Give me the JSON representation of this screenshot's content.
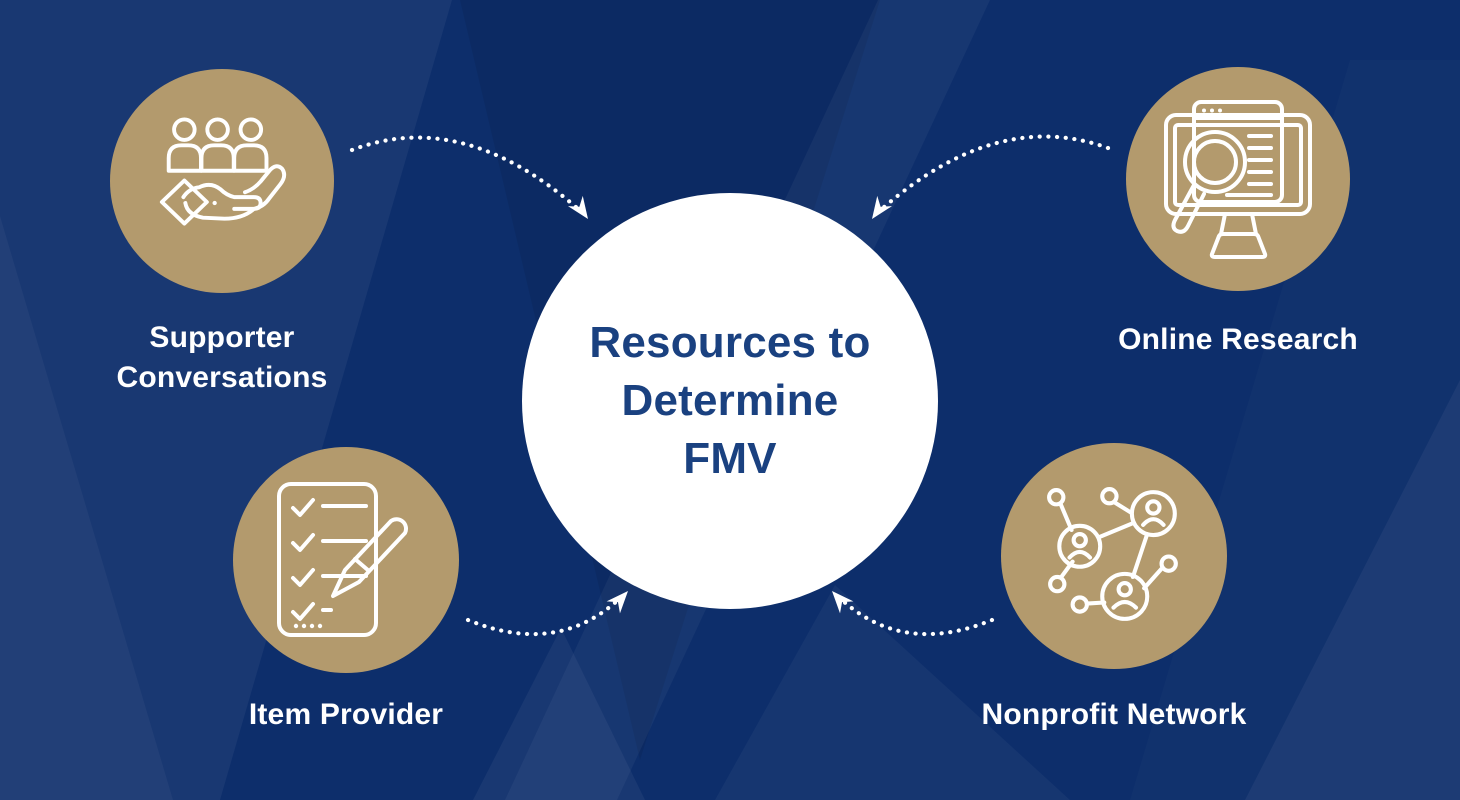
{
  "center": {
    "lines": [
      "Resources to",
      "Determine",
      "FMV"
    ]
  },
  "nodes": [
    {
      "id": "supporter-conversations",
      "label": "Supporter Conversations",
      "label_lines": [
        "Supporter",
        "Conversations"
      ],
      "icon": "people-in-hand-icon",
      "position": "top-left"
    },
    {
      "id": "online-research",
      "label": "Online Research",
      "label_lines": [
        "Online Research"
      ],
      "icon": "monitor-search-icon",
      "position": "top-right"
    },
    {
      "id": "item-provider",
      "label": "Item Provider",
      "label_lines": [
        "Item Provider"
      ],
      "icon": "checklist-pen-icon",
      "position": "bottom-left"
    },
    {
      "id": "nonprofit-network",
      "label": "Nonprofit Network",
      "label_lines": [
        "Nonprofit Network"
      ],
      "icon": "people-network-icon",
      "position": "bottom-right"
    }
  ],
  "colors": {
    "background_navy": "#0d2e6b",
    "pattern_light_blue": "#16397a",
    "node_circle_gold": "#b39a6d",
    "center_circle_fill": "#ffffff",
    "center_title_text": "#1a4180",
    "label_text": "#ffffff",
    "icon_stroke": "#ffffff",
    "arrow_dots": "#ffffff"
  }
}
